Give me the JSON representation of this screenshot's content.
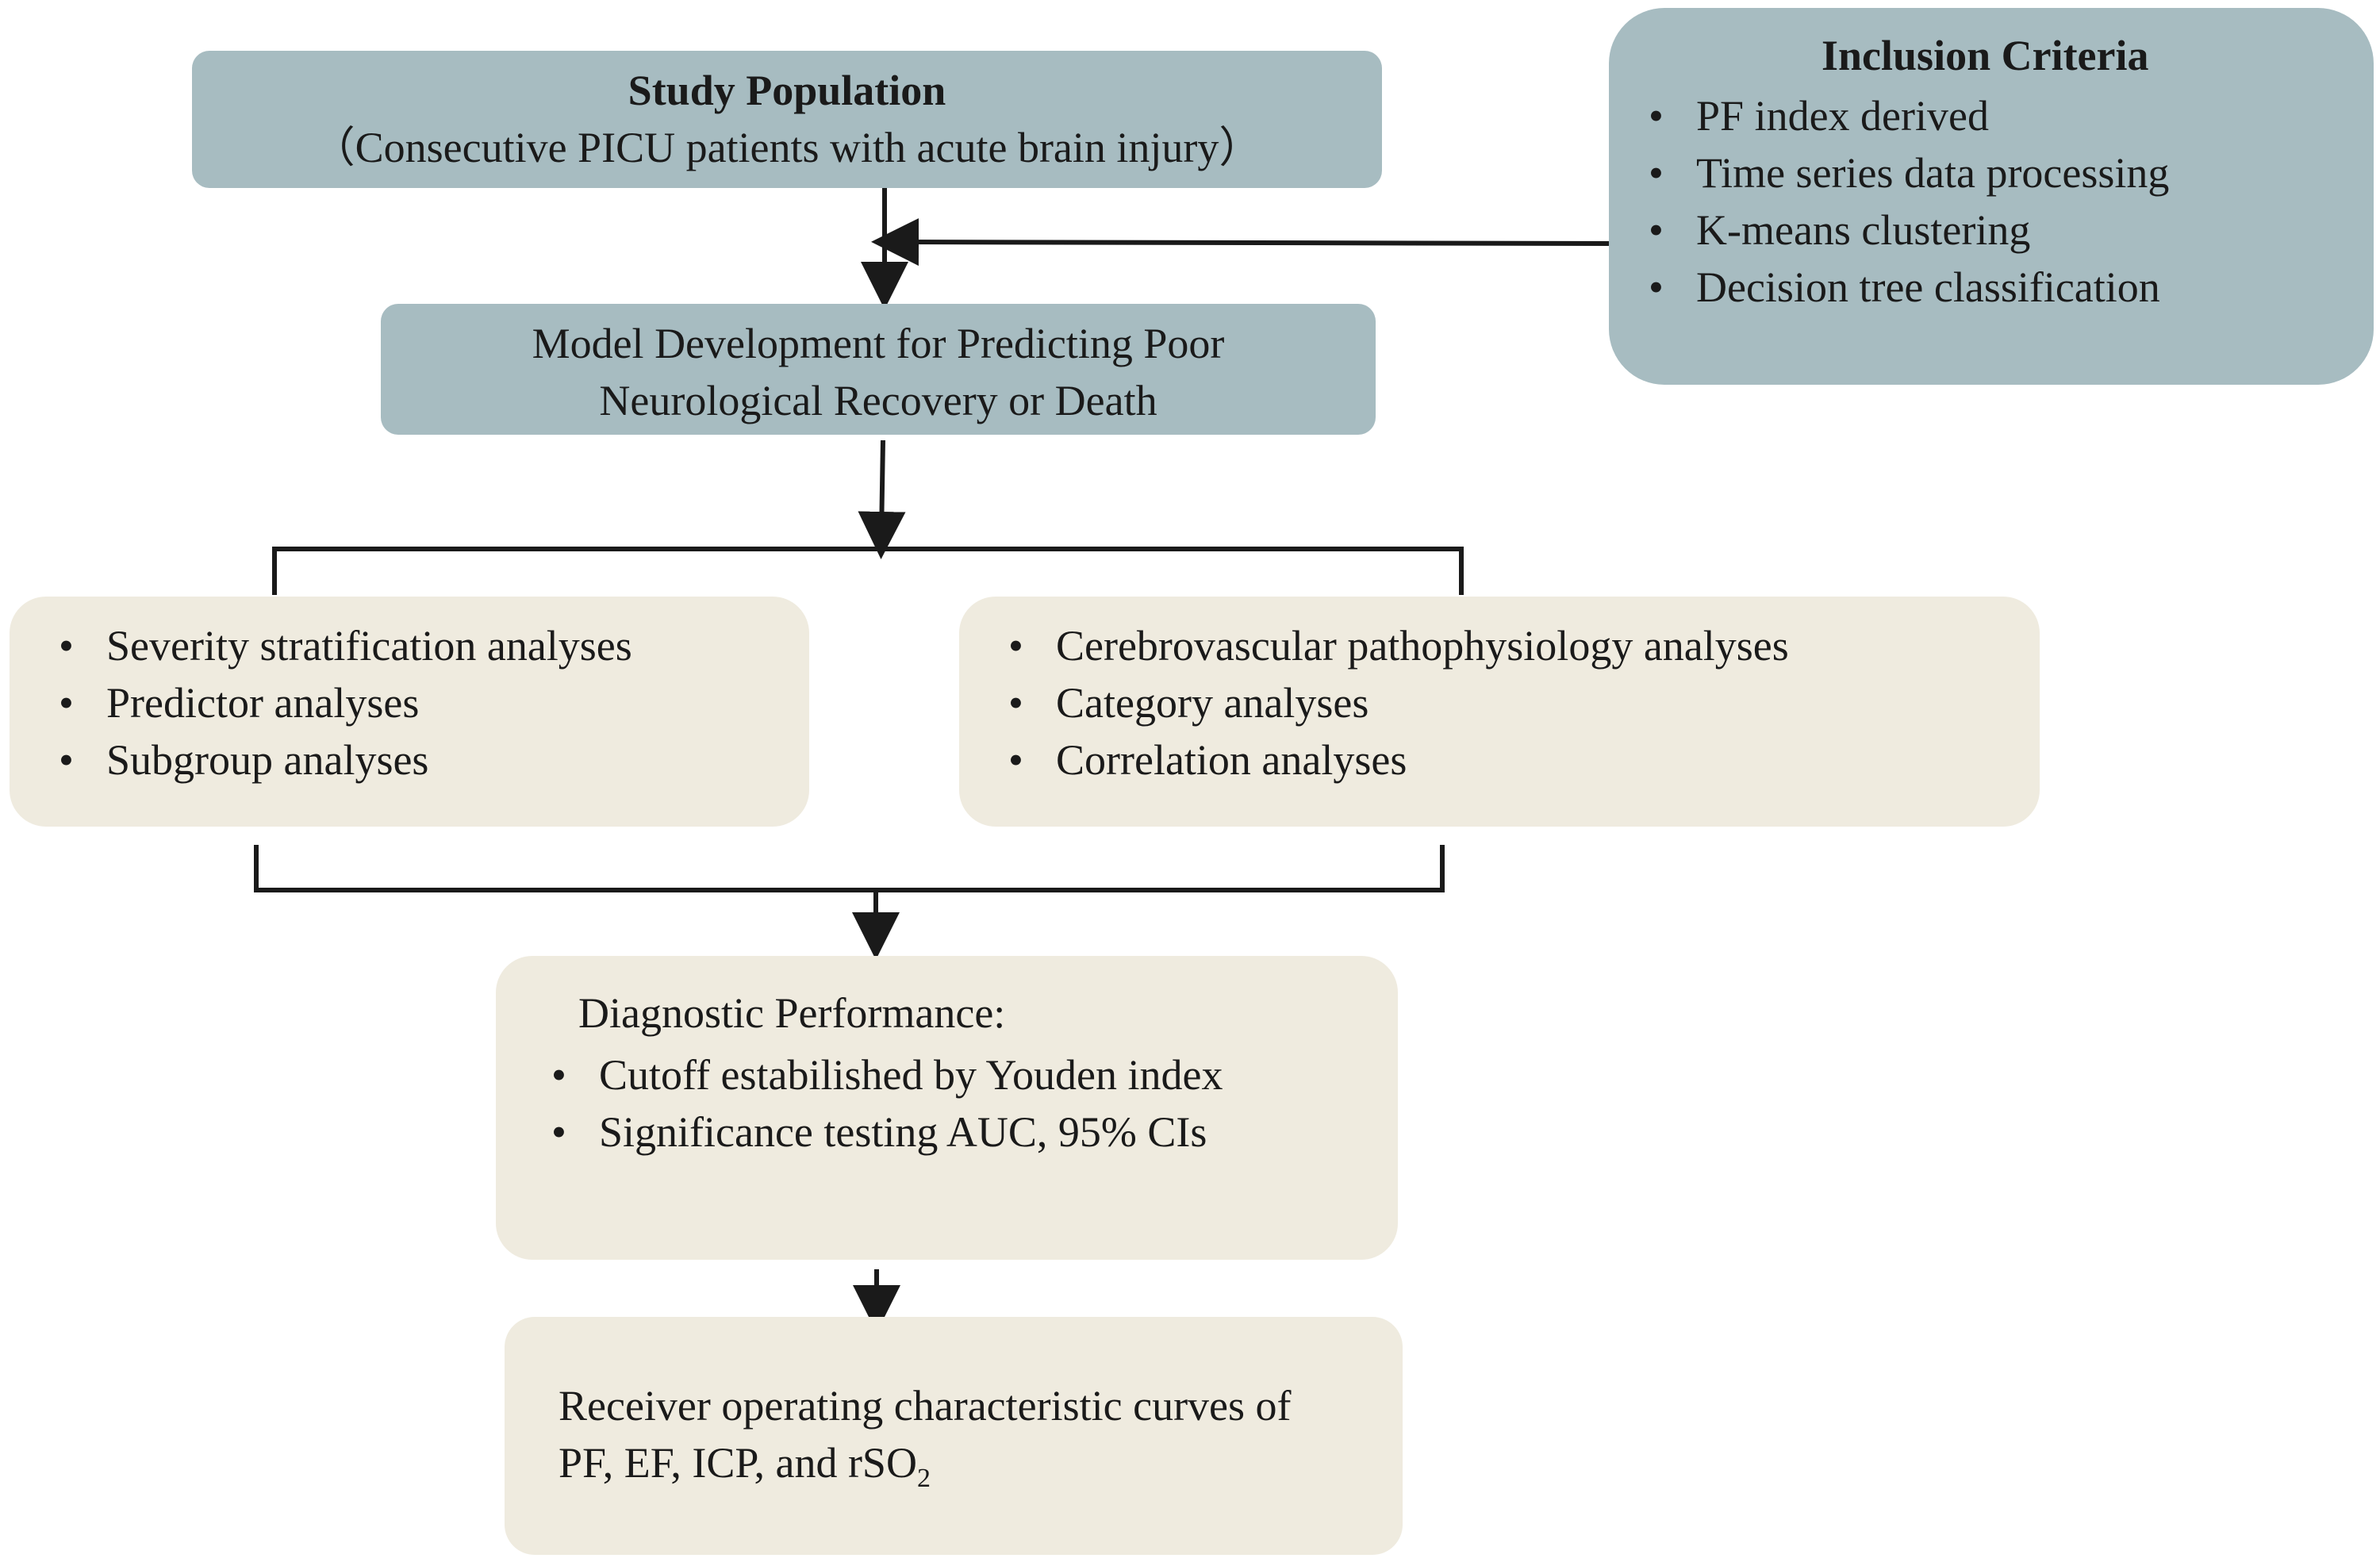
{
  "study_population": {
    "title": "Study Population",
    "subtitle": "（Consecutive PICU patients with acute brain injury）"
  },
  "inclusion_criteria": {
    "title": "Inclusion Criteria",
    "items": [
      "PF index derived",
      "Time series data processing",
      "K-means clustering",
      "Decision tree classification"
    ]
  },
  "model_development": {
    "line1": "Model Development for Predicting Poor",
    "line2": "Neurological Recovery or Death"
  },
  "left_analyses": {
    "items": [
      "Severity stratification analyses",
      "Predictor analyses",
      "Subgroup analyses"
    ]
  },
  "right_analyses": {
    "items": [
      "Cerebrovascular pathophysiology analyses",
      "Category analyses",
      "Correlation analyses"
    ]
  },
  "diagnostic_performance": {
    "title": "Diagnostic Performance:",
    "items": [
      "Cutoff estabilished by Youden index",
      "Significance testing AUC, 95% CIs"
    ]
  },
  "roc": {
    "line1": "Receiver operating characteristic curves of",
    "line2_prefix": "PF, EF, ICP, and rSO",
    "line2_sub": "2"
  },
  "bullet": "•",
  "colors": {
    "blue_box": "#a7bcc1",
    "beige_box": "#efebdf",
    "line": "#1a1a1a"
  }
}
